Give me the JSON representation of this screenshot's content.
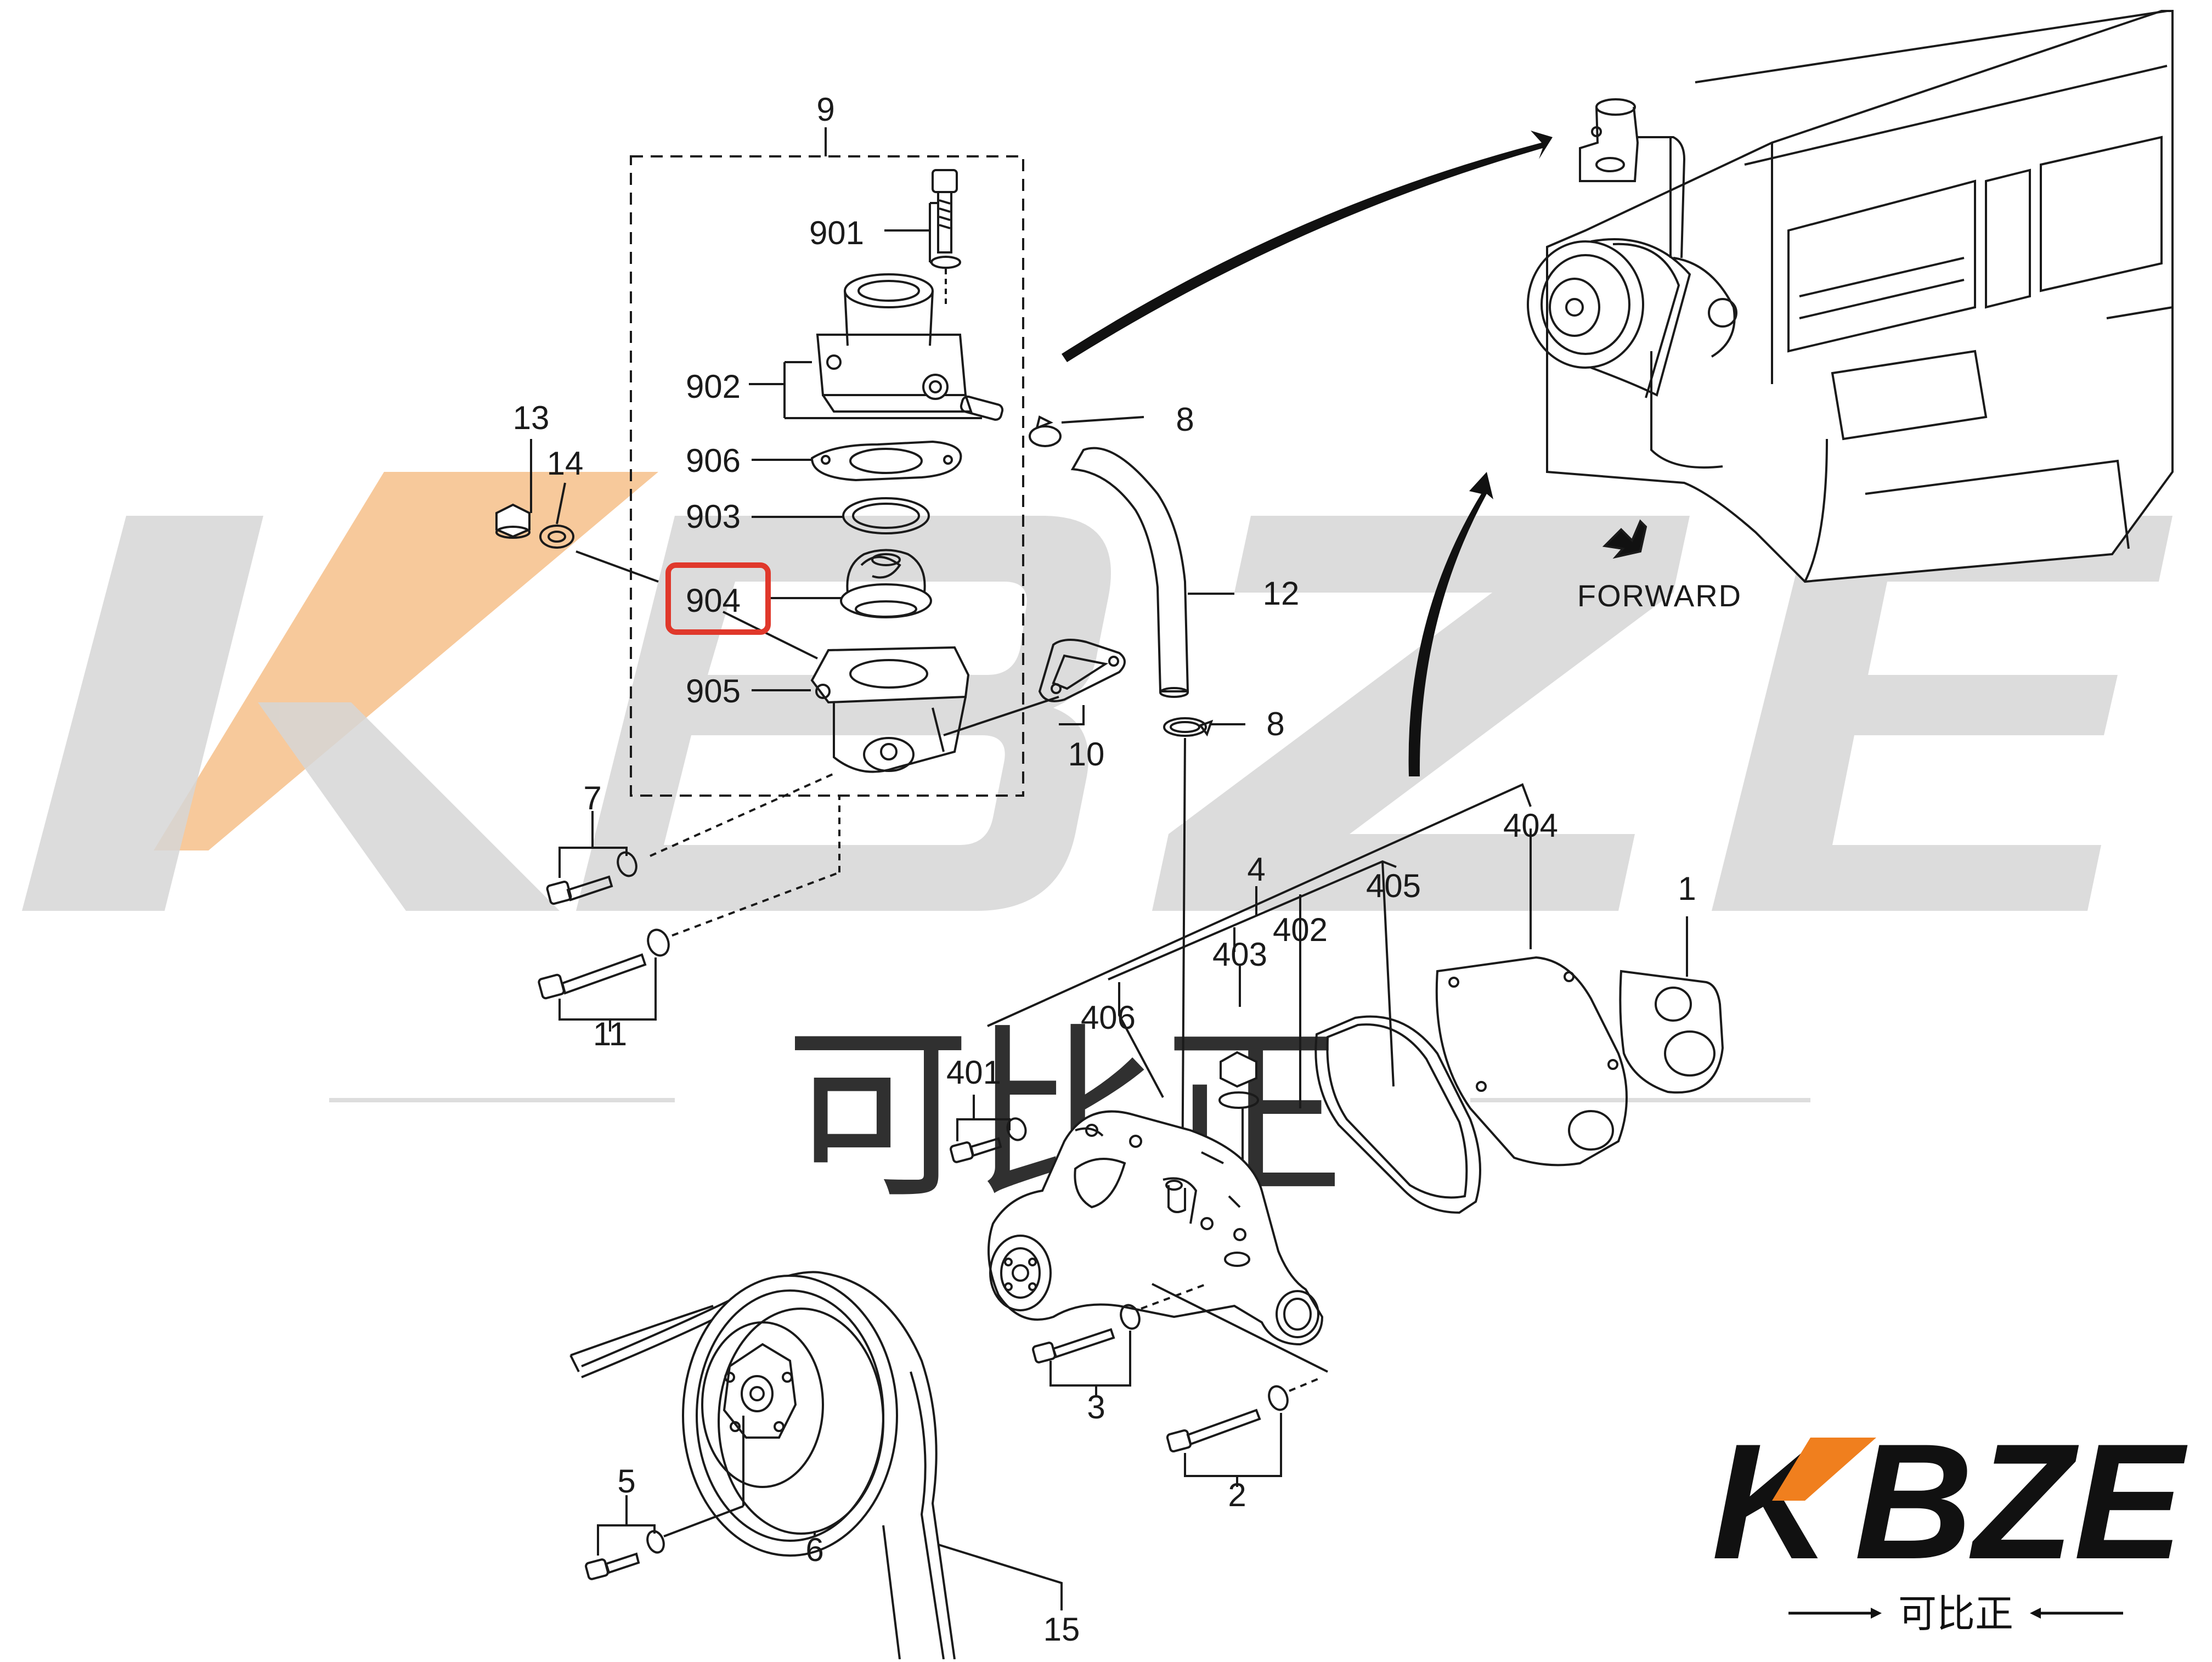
{
  "diagram": {
    "group_label": "9",
    "forward_label": "FORWARD",
    "highlighted_part": "904",
    "callouts": {
      "p901": "901",
      "p902": "902",
      "p906": "906",
      "p903": "903",
      "p904": "904",
      "p905": "905",
      "p13": "13",
      "p14": "14",
      "p8a": "8",
      "p8b": "8",
      "p12": "12",
      "p10": "10",
      "p7": "7",
      "p11": "11",
      "p4": "4",
      "p404": "404",
      "p1": "1",
      "p405": "405",
      "p402": "402",
      "p403": "403",
      "p406": "406",
      "p401": "401",
      "p3": "3",
      "p2": "2",
      "p5": "5",
      "p6": "6",
      "p15": "15"
    }
  },
  "watermark": {
    "brand": "KBZE",
    "chinese": "可比正",
    "color_gray": "#d6d6d6",
    "color_orange": "#f6c08a"
  },
  "logo": {
    "brand_k": "K",
    "brand_rest": "BZE",
    "chinese": "可比正",
    "accent_color": "#f07f1e",
    "text_color": "#111111"
  },
  "colors": {
    "highlight_box": "#e0382b",
    "line": "#1a1a1a"
  }
}
